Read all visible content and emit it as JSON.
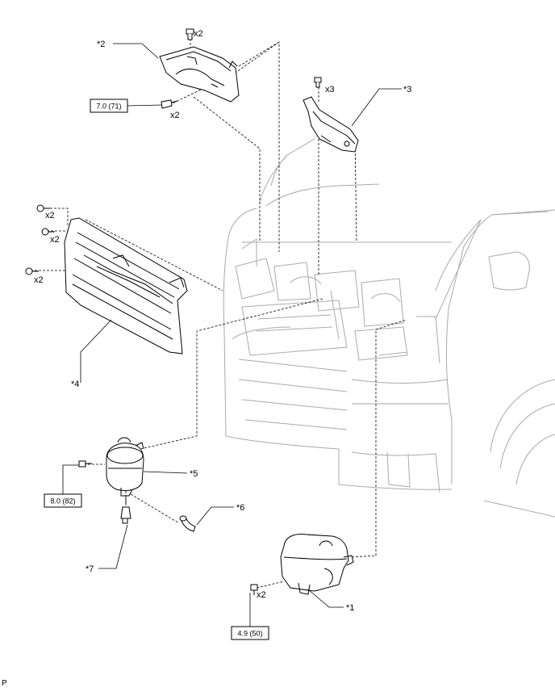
{
  "callouts": {
    "c1": "*1",
    "c2": "*2",
    "c3": "*3",
    "c4": "*4",
    "c5": "*5",
    "c6": "*6",
    "c7": "*7"
  },
  "quantities": {
    "q_top_bolt": "x2",
    "q_bracket_bolt": "x2",
    "q_right_bracket": "x3",
    "q_grille_1": "x2",
    "q_grille_2": "x2",
    "q_grille_3": "x2",
    "q_tank": "x2"
  },
  "torques": {
    "t_bracket": "7.0 (71)",
    "t_reservoir": "8.0 (82)",
    "t_tank": "4.9 (50)"
  },
  "footer": {
    "code": "P"
  }
}
